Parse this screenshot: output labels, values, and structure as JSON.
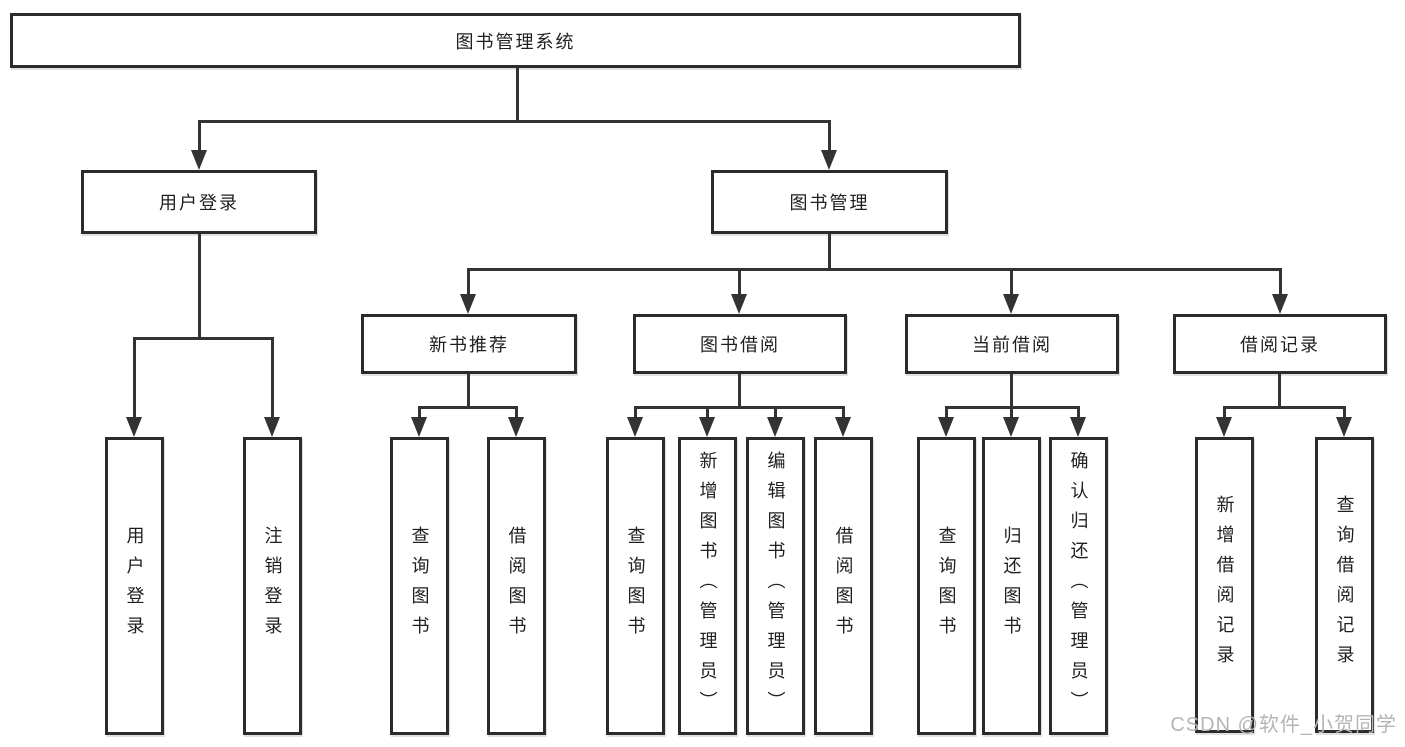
{
  "diagram": {
    "root_label": "图书管理系统",
    "level2": [
      {
        "label": "用户登录"
      },
      {
        "label": "图书管理"
      }
    ],
    "level3": [
      {
        "label": "新书推荐"
      },
      {
        "label": "图书借阅"
      },
      {
        "label": "当前借阅"
      },
      {
        "label": "借阅记录"
      }
    ],
    "level4_groups": [
      {
        "items": [
          {
            "label": "用户登录"
          },
          {
            "label": "注销登录"
          }
        ]
      },
      {
        "items": [
          {
            "label": "查询图书"
          },
          {
            "label": "借阅图书"
          }
        ]
      },
      {
        "items": [
          {
            "label": "查询图书"
          },
          {
            "label": "新增图书（管理员）"
          },
          {
            "label": "编辑图书（管理员）"
          },
          {
            "label": "借阅图书"
          }
        ]
      },
      {
        "items": [
          {
            "label": "查询图书"
          },
          {
            "label": "归还图书"
          },
          {
            "label": "确认归还（管理员）"
          }
        ]
      },
      {
        "items": [
          {
            "label": "新增借阅记录"
          },
          {
            "label": "查询借阅记录"
          }
        ]
      }
    ]
  },
  "watermark": {
    "text": "CSDN @软件_小贺同学"
  },
  "colors": {
    "line": "#333333",
    "box_border": "#2b2b2b",
    "text": "#1f1f1f",
    "watermark": "#b5b5b5",
    "background": "#ffffff"
  }
}
